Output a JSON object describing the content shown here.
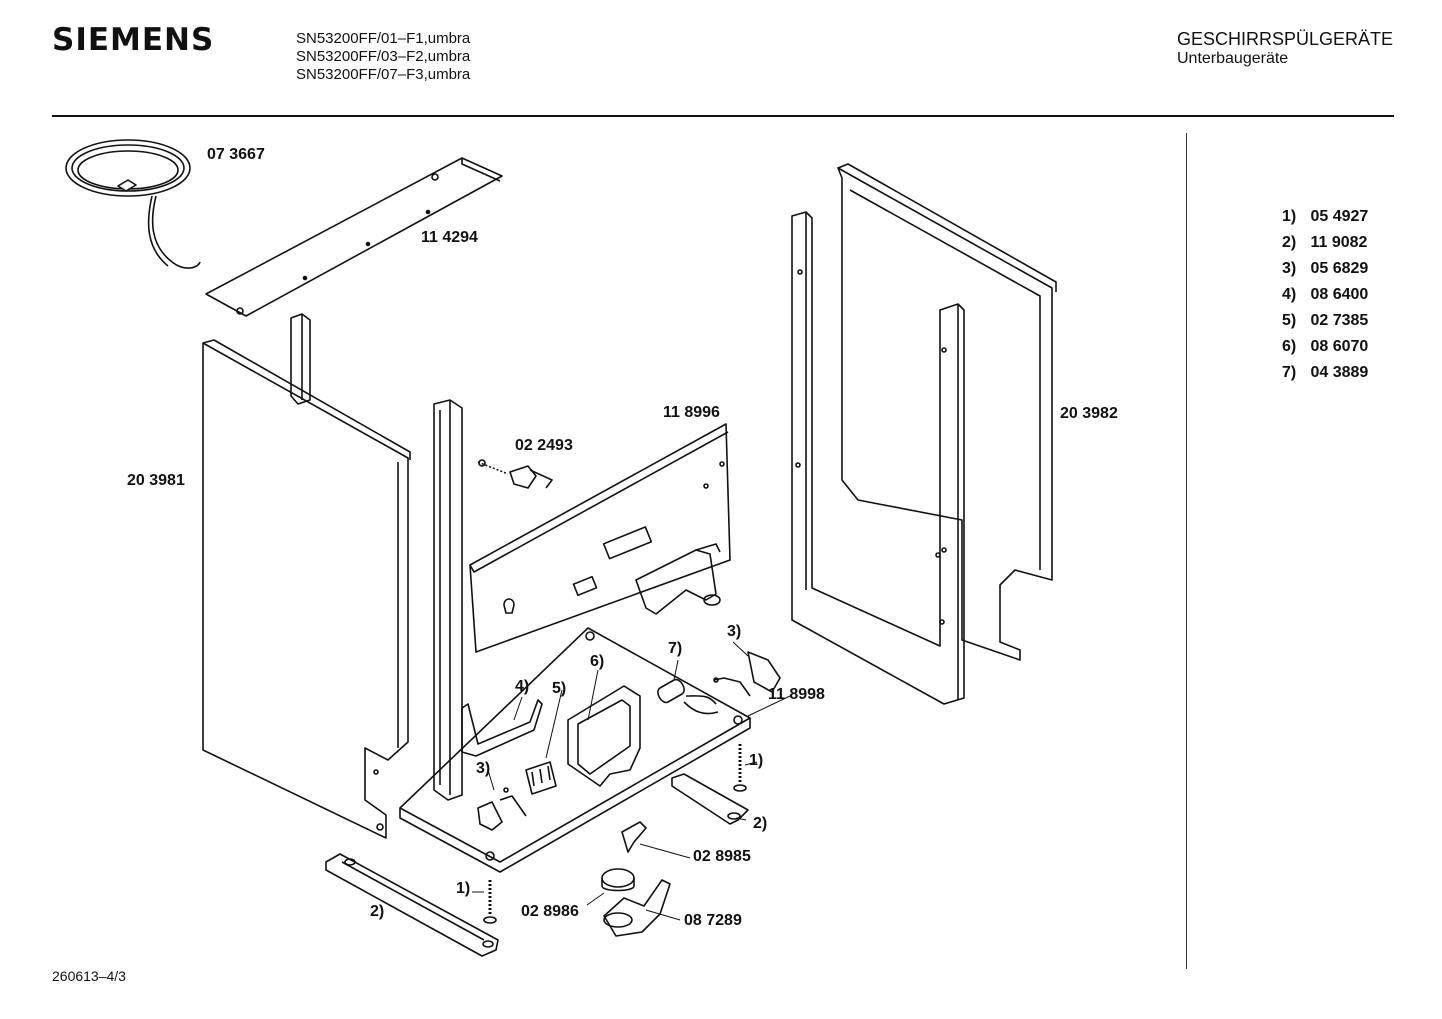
{
  "header": {
    "brand": "SIEMENS",
    "models": [
      "SN53200FF/01–F1,umbra",
      "SN53200FF/03–F2,umbra",
      "SN53200FF/07–F3,umbra"
    ],
    "category": "GESCHIRRSPÜLGERÄTE",
    "subcategory": "Unterbaugeräte"
  },
  "legend": [
    {
      "num": "1)",
      "part": "05 4927"
    },
    {
      "num": "2)",
      "part": "11 9082"
    },
    {
      "num": "3)",
      "part": "05 6829"
    },
    {
      "num": "4)",
      "part": "08 6400"
    },
    {
      "num": "5)",
      "part": "02 7385"
    },
    {
      "num": "6)",
      "part": "08 6070"
    },
    {
      "num": "7)",
      "part": "04 3889"
    }
  ],
  "labels": {
    "cord": "07 3667",
    "top_strip": "11 4294",
    "side_panel_left": "20 3981",
    "side_panel_right": "20 3982",
    "rear_panel": "11 8996",
    "hook": "02 2493",
    "base": "11 8998",
    "part_a": "02 8985",
    "part_b": "02 8986",
    "part_c": "08 7289",
    "call_1a": "1)",
    "call_1b": "1)",
    "call_2a": "2)",
    "call_2b": "2)",
    "call_3a": "3)",
    "call_3b": "3)",
    "call_4": "4)",
    "call_5": "5)",
    "call_6": "6)",
    "call_7": "7)"
  },
  "footer": "260613–4/3"
}
